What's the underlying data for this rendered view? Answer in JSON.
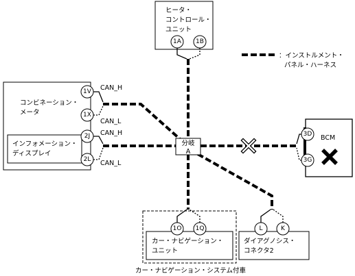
{
  "components": {
    "heater": {
      "name_line1": "ヒータ・",
      "name_line2": "コントロール・",
      "name_line3": "ユニット",
      "pins": [
        "1A",
        "1B"
      ]
    },
    "combination_meter": {
      "name_line1": "コンビネーション・",
      "name_line2": "メータ",
      "pins": [
        "1V",
        "1X"
      ]
    },
    "information_display": {
      "name_line1": "インフォメーション・",
      "name_line2": "ディスプレイ",
      "pins": [
        "2J",
        "2L"
      ]
    },
    "bcm": {
      "name": "BCM",
      "pins": [
        "3D",
        "3G"
      ]
    },
    "navigation_unit": {
      "name_line1": "カー・ナビゲーション・",
      "name_line2": "ユニット",
      "pins": [
        "1O",
        "1Q"
      ]
    },
    "navigation_system_caption": "カー・ナビゲーション・システム付車",
    "diagnosis_connector": {
      "name_line1": "ダイアグノシス・",
      "name_line2": "コネクタ2",
      "pins": [
        "L",
        "K"
      ]
    }
  },
  "junction": {
    "line1": "分岐",
    "line2": "A"
  },
  "can_labels": {
    "high": "CAN_H",
    "low": "CAN_L"
  },
  "legend": {
    "line1": "：インストルメント・",
    "line2": "パネル・ハーネス"
  }
}
